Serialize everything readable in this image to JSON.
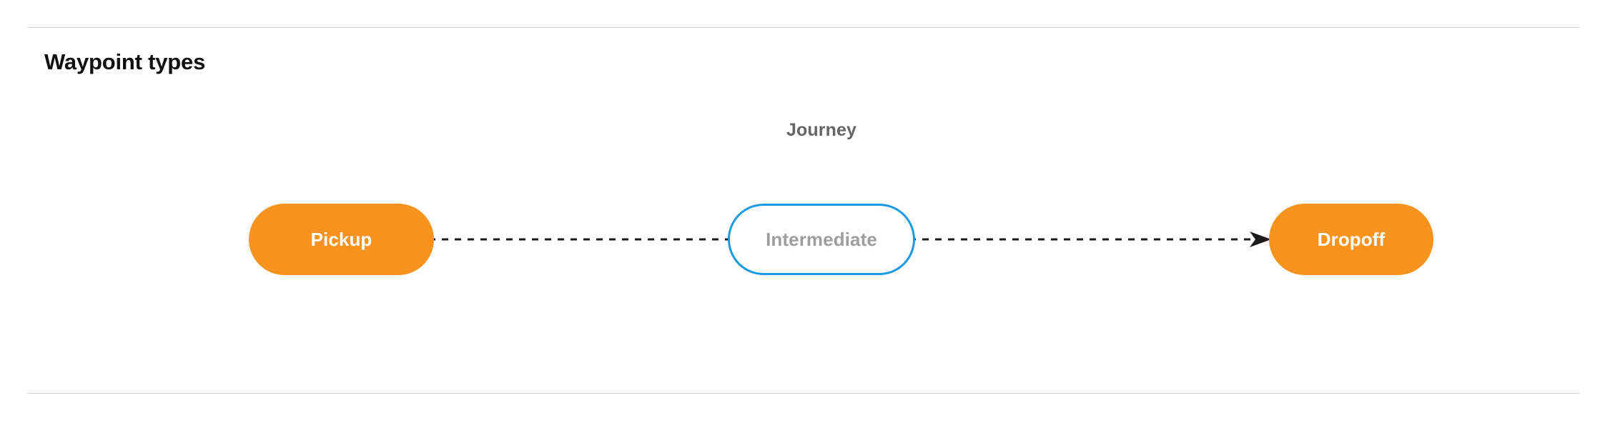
{
  "page": {
    "title": "Waypoint types"
  },
  "diagram": {
    "group_label": "Journey",
    "nodes": [
      {
        "id": "pickup",
        "label": "Pickup",
        "style": "filled",
        "fill": "#f7931e",
        "text_color": "#ffffff",
        "border_color": ""
      },
      {
        "id": "intermediate",
        "label": "Intermediate",
        "style": "outlined",
        "fill": "#ffffff",
        "text_color": "#9e9e9e",
        "border_color": "#1a99e5"
      },
      {
        "id": "dropoff",
        "label": "Dropoff",
        "style": "filled",
        "fill": "#f7931e",
        "text_color": "#ffffff",
        "border_color": ""
      }
    ],
    "edges": [
      {
        "id": "edge-pickup-intermediate",
        "from": "pickup",
        "to": "intermediate",
        "line": "dashed",
        "arrowhead": false,
        "color": "#1a1a1a"
      },
      {
        "id": "edge-intermediate-dropoff",
        "from": "intermediate",
        "to": "dropoff",
        "line": "dashed",
        "arrowhead": true,
        "color": "#1a1a1a"
      }
    ]
  },
  "theme": {
    "background": "#ffffff",
    "rule_color": "#d9d9d9",
    "accent_orange": "#f7931e",
    "accent_blue": "#1a99e5",
    "muted_text": "#666666"
  }
}
